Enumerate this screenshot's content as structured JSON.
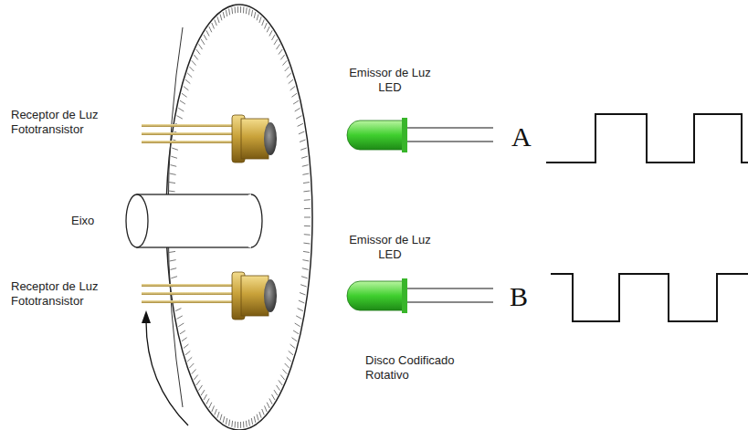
{
  "diagram": {
    "labels": [
      "Receptor de Luz Fototransistor",
      "Emissor de Luz LED",
      "A",
      "Eixo",
      "Emissor de Luz LED",
      "B",
      "Receptor de Luz Fototransistor",
      "Disco Codificado Rotativo"
    ]
  }
}
